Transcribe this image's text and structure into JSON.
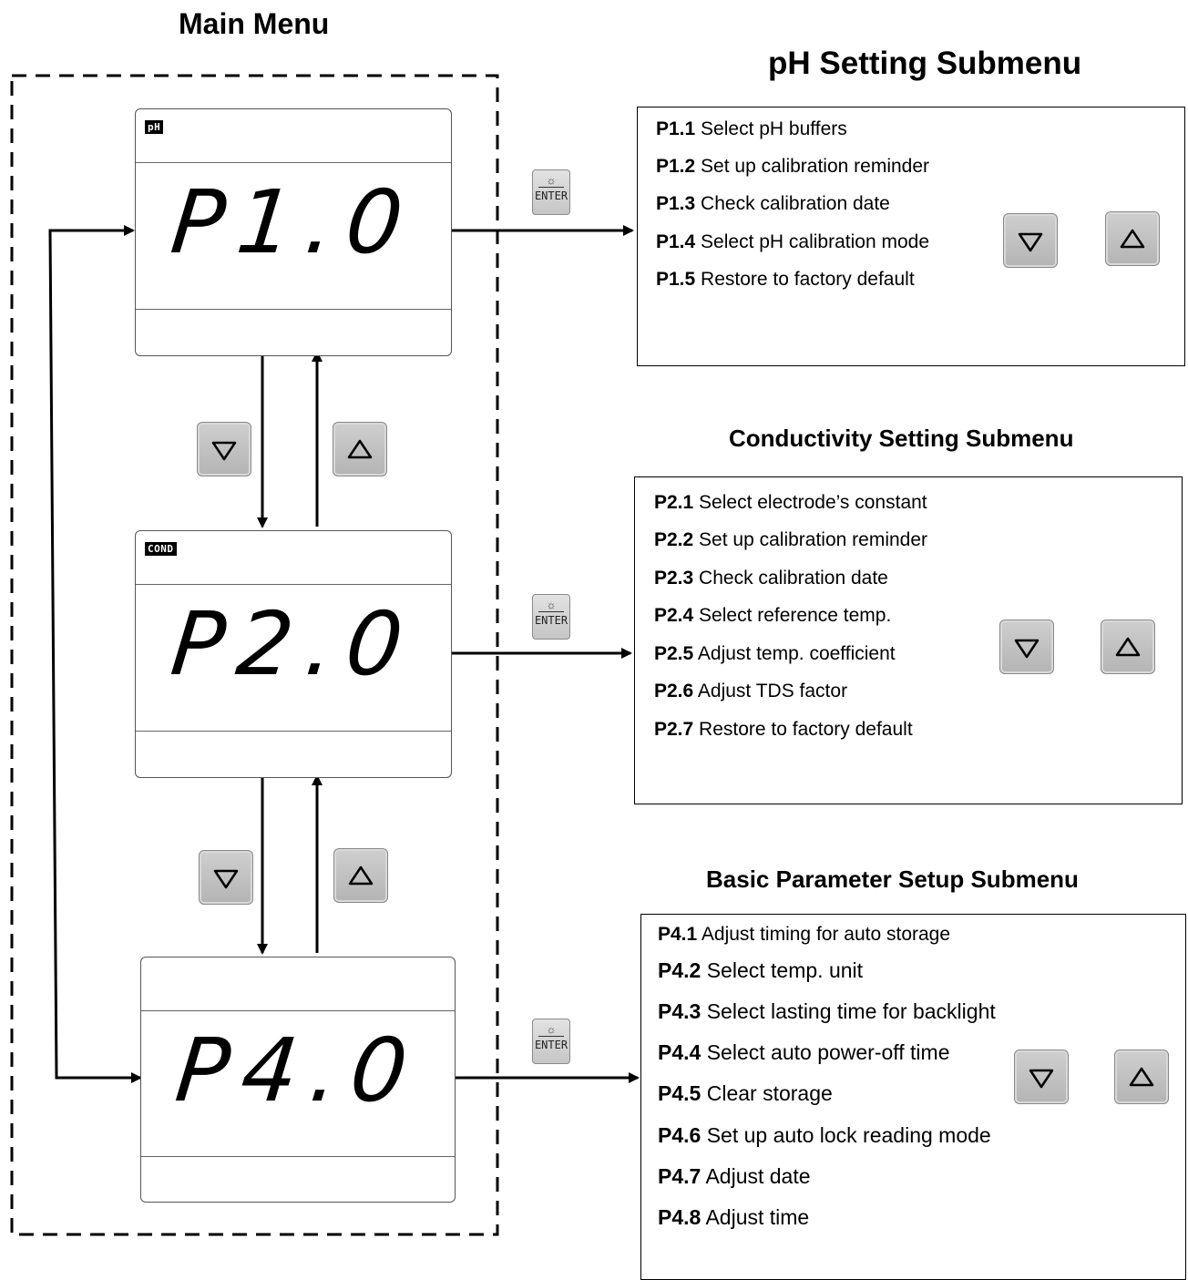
{
  "main_menu": {
    "title": "Main Menu",
    "displays": [
      {
        "tag": "pH",
        "code": "P1.0"
      },
      {
        "tag": "COND",
        "code": "P2.0"
      },
      {
        "tag": "",
        "code": "P4.0"
      }
    ]
  },
  "enter_key": {
    "label": "ENTER",
    "symbol": "☼"
  },
  "submenus": [
    {
      "title": "pH Setting Submenu",
      "items": [
        {
          "code": "P1.1",
          "text": "Select pH buffers"
        },
        {
          "code": "P1.2",
          "text": "Set up calibration reminder"
        },
        {
          "code": "P1.3",
          "text": "Check calibration date"
        },
        {
          "code": "P1.4",
          "text": "Select pH calibration mode"
        },
        {
          "code": "P1.5",
          "text": "Restore to factory default"
        }
      ]
    },
    {
      "title": "Conductivity Setting Submenu",
      "items": [
        {
          "code": "P2.1",
          "text": "Select electrode’s constant"
        },
        {
          "code": "P2.2",
          "text": "Set up calibration reminder"
        },
        {
          "code": "P2.3",
          "text": "Check calibration date"
        },
        {
          "code": "P2.4",
          "text": "Select reference temp."
        },
        {
          "code": "P2.5",
          "text": "Adjust temp. coefficient"
        },
        {
          "code": "P2.6",
          "text": "Adjust TDS factor"
        },
        {
          "code": "P2.7",
          "text": "Restore to factory default"
        }
      ]
    },
    {
      "title": "Basic Parameter Setup Submenu",
      "items": [
        {
          "code": "P4.1",
          "text": "Adjust timing for auto storage"
        },
        {
          "code": "P4.2",
          "text": "Select temp. unit"
        },
        {
          "code": "P4.3",
          "text": "Select lasting time for backlight"
        },
        {
          "code": "P4.4",
          "text": "Select auto power-off time"
        },
        {
          "code": "P4.5",
          "text": "Clear storage"
        },
        {
          "code": "P4.6",
          "text": "Set up auto lock reading mode"
        },
        {
          "code": "P4.7",
          "text": "Adjust date"
        },
        {
          "code": "P4.8",
          "text": "Adjust time"
        }
      ]
    }
  ],
  "icons": {
    "down_key": "down-triangle-icon",
    "up_key": "up-triangle-icon",
    "enter": "enter-key-icon"
  }
}
